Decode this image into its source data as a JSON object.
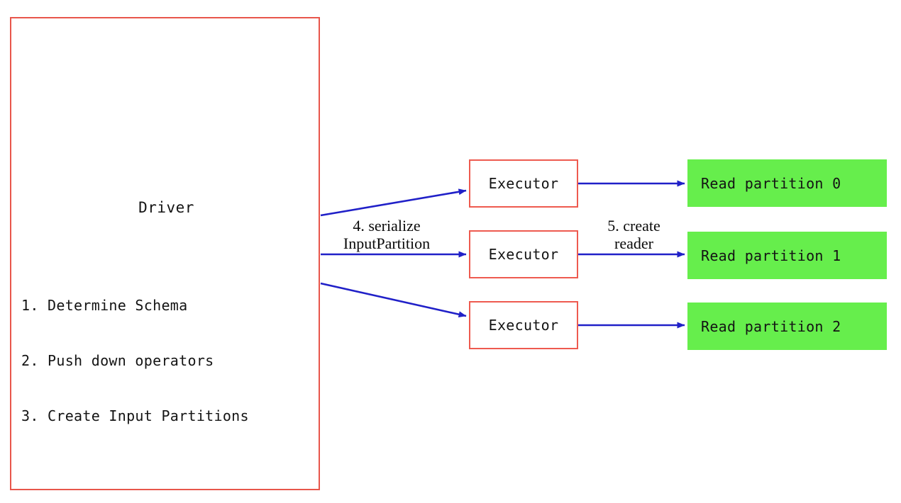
{
  "diagram": {
    "title": "Spark Data Source V2 Driver / Executor partition reading flow",
    "colors": {
      "box_border_red": "#e8564b",
      "partition_green": "#66ee4c",
      "arrow_blue": "#2020c8",
      "text_black": "#141414",
      "background": "#ffffff"
    },
    "driver": {
      "title": "Driver",
      "steps": [
        "1. Determine Schema",
        "2. Push down operators",
        "3. Create Input Partitions"
      ]
    },
    "executors": [
      {
        "label": "Executor"
      },
      {
        "label": "Executor"
      },
      {
        "label": "Executor"
      }
    ],
    "partitions": [
      {
        "label": "Read partition 0"
      },
      {
        "label": "Read partition 1"
      },
      {
        "label": "Read partition 2"
      }
    ],
    "edge_labels": {
      "serialize": {
        "line1": "4. serialize",
        "line2": "InputPartition"
      },
      "create_reader": {
        "line1": "5. create",
        "line2": "reader"
      }
    }
  }
}
